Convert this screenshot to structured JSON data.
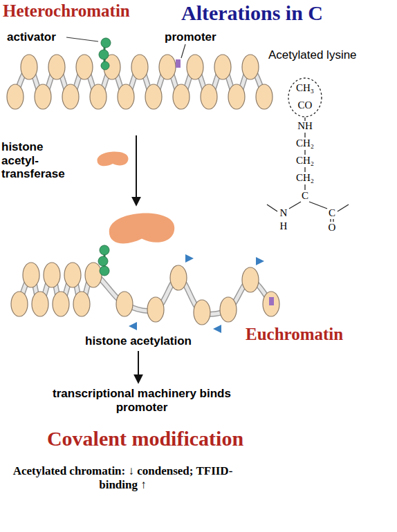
{
  "diagram": {
    "labels": [
      "Heterochromatin",
      "Alterations in C",
      "activator",
      "promoter",
      "Acetylated lysine",
      "CH₃",
      "CO",
      "NH",
      "CH₂",
      "CH₂",
      "CH₂",
      "C",
      "N",
      "H",
      "C",
      "O",
      "histone acetyl- transferase",
      "histone acetylation",
      "Euchromatin",
      "transcriptional machinery binds promoter",
      "Covalent modification",
      "Acetylated chromatin: ↓ condensed; TFIID-binding ↑"
    ]
  }
}
